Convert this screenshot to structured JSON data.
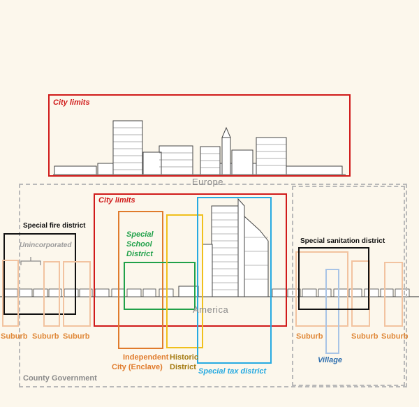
{
  "regions": {
    "europe": "Europe",
    "america": "America",
    "county_government": "County Government"
  },
  "labels": {
    "city_limits_top": "City limits",
    "city_limits_main": "City limits",
    "special_fire_district": "Special fire district",
    "unincorporated": "Unincorporated",
    "special_school_district_1": "Special",
    "special_school_district_2": "School",
    "special_school_district_3": "District",
    "special_sanitation_district": "Special sanitation district",
    "suburb_1": "Suburb",
    "suburb_2": "Suburb",
    "suburb_3": "Suburb",
    "independent_city_1": "Independent",
    "independent_city_2": "City (Enclave)",
    "historic_district_1": "Historic",
    "historic_district_2": "District",
    "special_tax_district": "Special tax district",
    "suburb_4": "Suburb",
    "village": "Village",
    "suburb_5": "Suburb",
    "suburb_6": "Suburb"
  },
  "colors": {
    "background": "#fcf7ec",
    "city_limits": "#d01a1a",
    "suburb": "#e0893a",
    "suburb_box": "#f2c3a0",
    "school": "#21a14a",
    "historic": "#f0c01c",
    "tax": "#27aae1",
    "village": "#2f6fae",
    "village_box": "#a8c4e6",
    "county": "#b0b0b0",
    "independent": "#e07b2c",
    "historic_text": "#a37a10",
    "black": "#111111"
  }
}
